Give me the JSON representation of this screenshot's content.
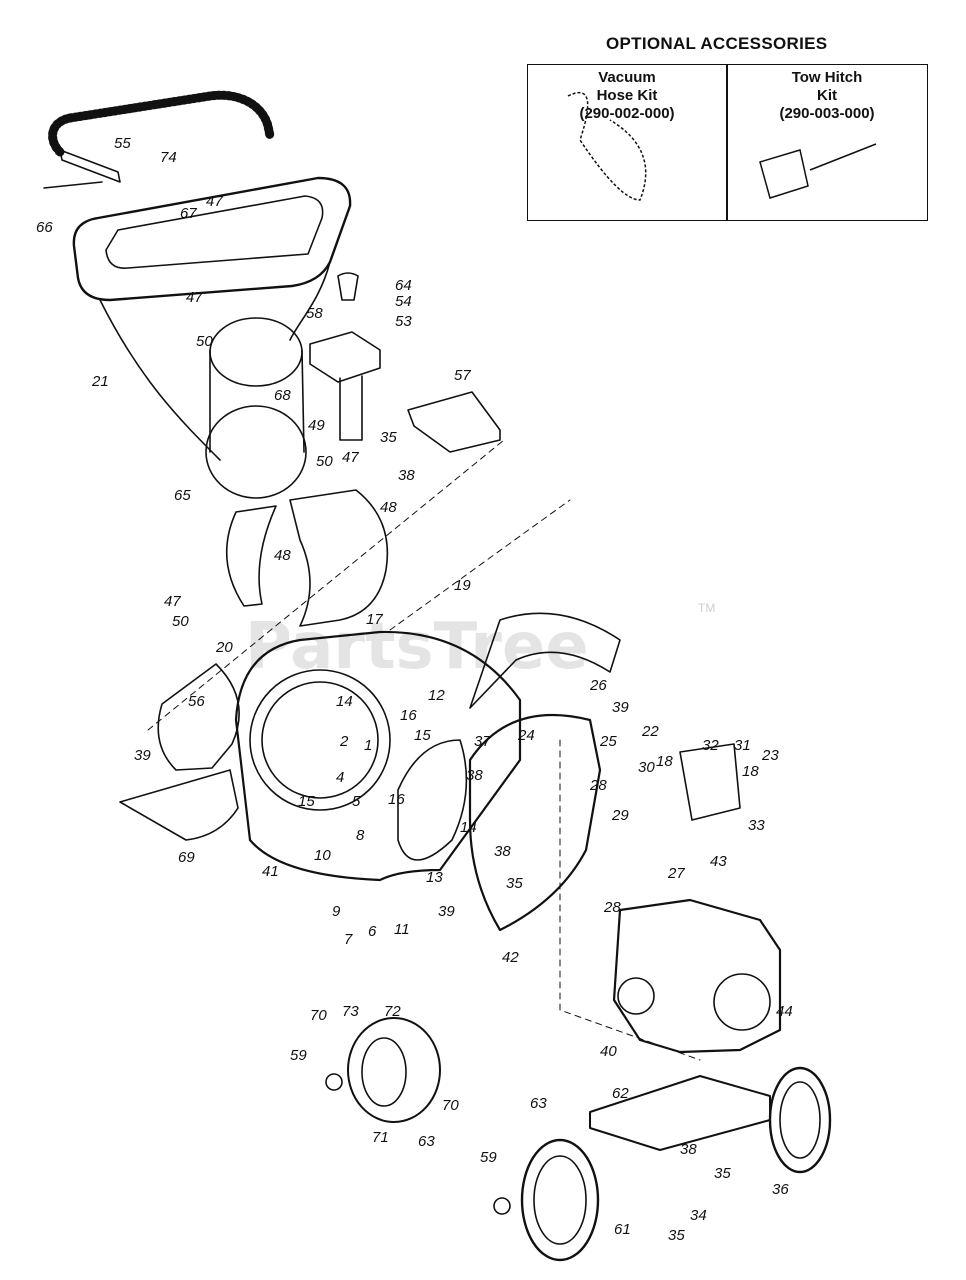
{
  "accessories": {
    "title": "OPTIONAL ACCESSORIES",
    "items": [
      {
        "line1": "Vacuum",
        "line2": "Hose Kit",
        "part": "(290-002-000)"
      },
      {
        "line1": "Tow Hitch",
        "line2": "Kit",
        "part": "(290-003-000)"
      }
    ]
  },
  "watermark": {
    "text": "PartsTree",
    "tm": "TM"
  },
  "callouts": [
    "74",
    "55",
    "66",
    "67",
    "47",
    "64",
    "54",
    "53",
    "58",
    "47",
    "50",
    "21",
    "68",
    "49",
    "57",
    "35",
    "38",
    "50",
    "47",
    "65",
    "48",
    "48",
    "47",
    "50",
    "19",
    "17",
    "20",
    "26",
    "56",
    "14",
    "12",
    "2",
    "1",
    "16",
    "15",
    "39",
    "22",
    "24",
    "25",
    "32",
    "31",
    "23",
    "39",
    "4",
    "15",
    "5",
    "16",
    "37",
    "38",
    "30",
    "18",
    "28",
    "18",
    "29",
    "33",
    "8",
    "14",
    "27",
    "10",
    "38",
    "35",
    "28",
    "43",
    "9",
    "7",
    "6",
    "11",
    "13",
    "39",
    "42",
    "69",
    "41",
    "44",
    "40",
    "70",
    "73",
    "72",
    "59",
    "70",
    "71",
    "63",
    "63",
    "62",
    "38",
    "35",
    "36",
    "59",
    "34",
    "61",
    "35"
  ],
  "colors": {
    "ink": "#111111",
    "watermark": "#cfcfcf"
  }
}
